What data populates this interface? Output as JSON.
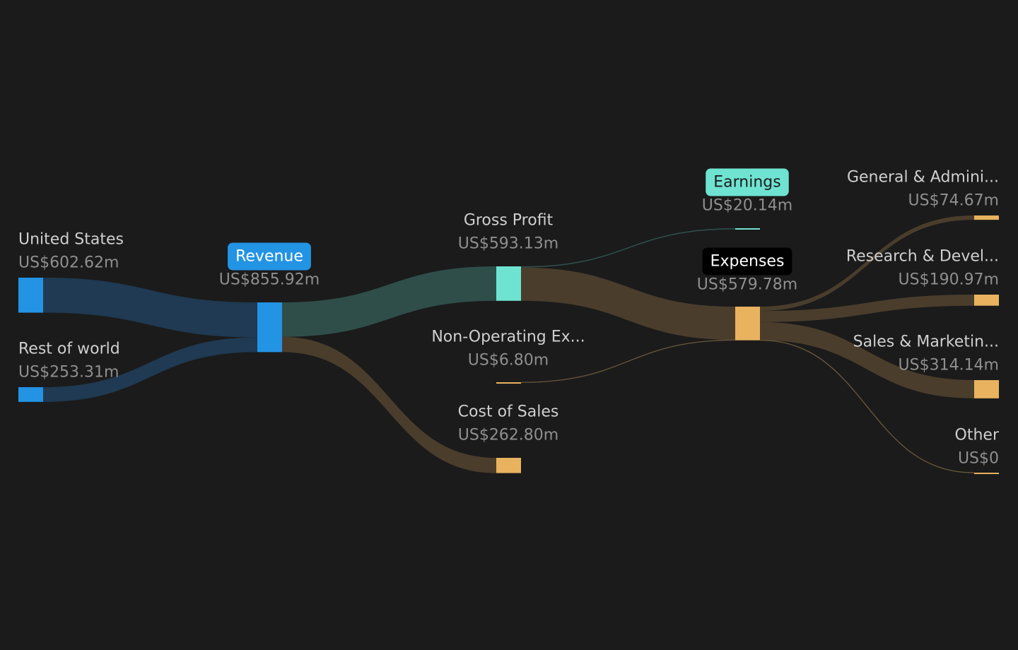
{
  "colors": {
    "background": "#1b1b1b",
    "revenue": "#2393e4",
    "profit": "#6fe3d2",
    "expense": "#e8b25f",
    "revenue_flow": "#1f3a52",
    "profit_flow": "#2f4e4a",
    "expense_flow": "#4a3d2c"
  },
  "chart_data": {
    "type": "sankey",
    "nodes": [
      {
        "id": "us",
        "label": "United States",
        "value_label": "US$602.62m",
        "value": 602.62,
        "kind": "revenue"
      },
      {
        "id": "row",
        "label": "Rest of world",
        "value_label": "US$253.31m",
        "value": 253.31,
        "kind": "revenue"
      },
      {
        "id": "revenue",
        "label": "Revenue",
        "value_label": "US$855.92m",
        "value": 855.92,
        "kind": "revenue",
        "pill": "revenue"
      },
      {
        "id": "gross_profit",
        "label": "Gross Profit",
        "value_label": "US$593.13m",
        "value": 593.13,
        "kind": "profit"
      },
      {
        "id": "cost_of_sales",
        "label": "Cost of Sales",
        "value_label": "US$262.80m",
        "value": 262.8,
        "kind": "expense"
      },
      {
        "id": "non_operating",
        "label": "Non-Operating Ex...",
        "value_label": "US$6.80m",
        "value": 6.8,
        "kind": "expense"
      },
      {
        "id": "earnings",
        "label": "Earnings",
        "value_label": "US$20.14m",
        "value": 20.14,
        "kind": "profit",
        "pill": "earnings"
      },
      {
        "id": "expenses",
        "label": "Expenses",
        "value_label": "US$579.78m",
        "value": 579.78,
        "kind": "expense",
        "pill": "expenses"
      },
      {
        "id": "gen_admin",
        "label": "General & Admini...",
        "value_label": "US$74.67m",
        "value": 74.67,
        "kind": "expense"
      },
      {
        "id": "research",
        "label": "Research & Devel...",
        "value_label": "US$190.97m",
        "value": 190.97,
        "kind": "expense"
      },
      {
        "id": "sales_marketing",
        "label": "Sales & Marketin...",
        "value_label": "US$314.14m",
        "value": 314.14,
        "kind": "expense"
      },
      {
        "id": "other",
        "label": "Other",
        "value_label": "US$0",
        "value": 0,
        "kind": "expense"
      }
    ],
    "links": [
      {
        "source": "us",
        "target": "revenue",
        "value": 602.62,
        "kind": "revenue"
      },
      {
        "source": "row",
        "target": "revenue",
        "value": 253.31,
        "kind": "revenue"
      },
      {
        "source": "revenue",
        "target": "gross_profit",
        "value": 593.13,
        "kind": "profit"
      },
      {
        "source": "revenue",
        "target": "cost_of_sales",
        "value": 262.8,
        "kind": "expense"
      },
      {
        "source": "gross_profit",
        "target": "earnings",
        "value": 20.14,
        "kind": "profit"
      },
      {
        "source": "gross_profit",
        "target": "expenses",
        "value": 573.0,
        "kind": "expense"
      },
      {
        "source": "non_operating",
        "target": "expenses",
        "value": 6.8,
        "kind": "expense"
      },
      {
        "source": "expenses",
        "target": "gen_admin",
        "value": 74.67,
        "kind": "expense"
      },
      {
        "source": "expenses",
        "target": "research",
        "value": 190.97,
        "kind": "expense"
      },
      {
        "source": "expenses",
        "target": "sales_marketing",
        "value": 314.14,
        "kind": "expense"
      },
      {
        "source": "expenses",
        "target": "other",
        "value": 0,
        "kind": "expense"
      }
    ]
  }
}
